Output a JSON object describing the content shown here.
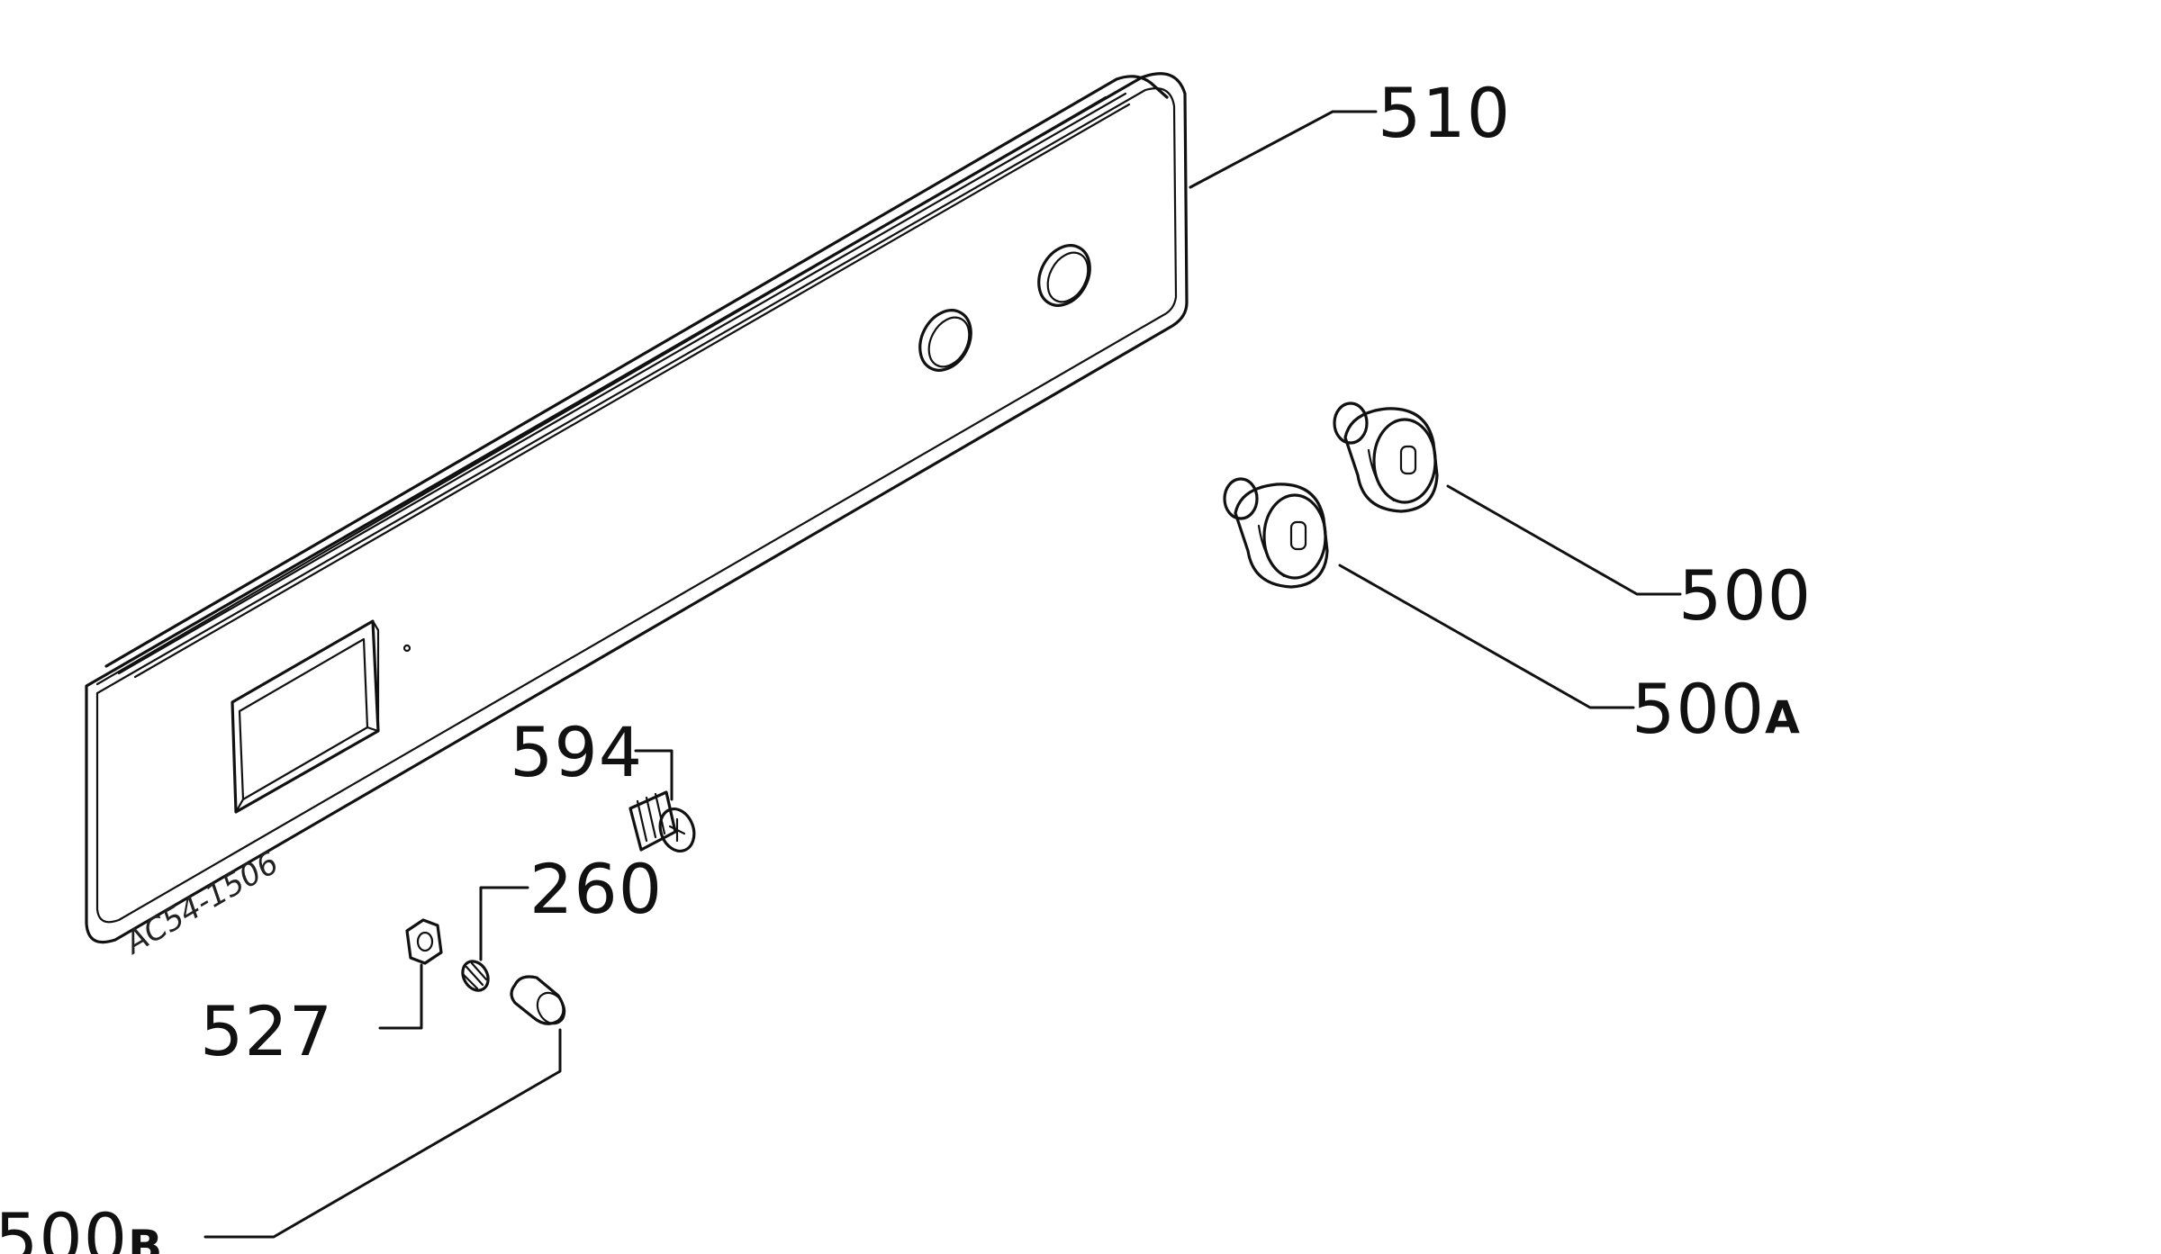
{
  "callouts": {
    "c510": {
      "number": "510",
      "suffix": ""
    },
    "c500": {
      "number": "500",
      "suffix": ""
    },
    "c500a": {
      "number": "500",
      "suffix": "A"
    },
    "c594": {
      "number": "594",
      "suffix": ""
    },
    "c260": {
      "number": "260",
      "suffix": ""
    },
    "c527": {
      "number": "527",
      "suffix": ""
    },
    "c500b": {
      "number": "500",
      "suffix": "B"
    }
  },
  "panel_marking": "AC54-1506"
}
